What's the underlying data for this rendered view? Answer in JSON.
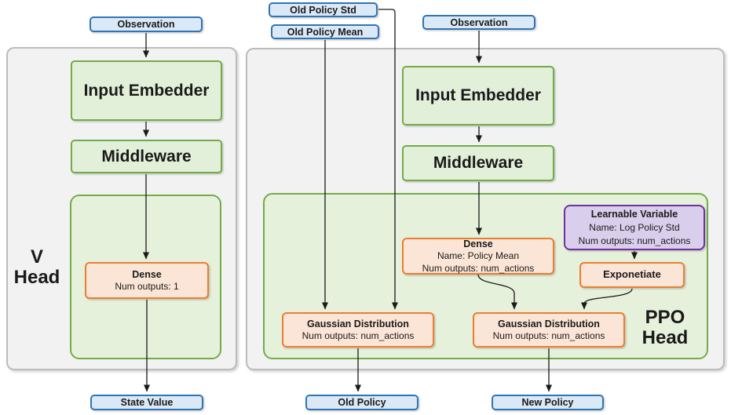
{
  "diagram": {
    "v_head": {
      "title_line1": "V",
      "title_line2": "Head",
      "observation": "Observation",
      "input_embedder": "Input Embedder",
      "middleware": "Middleware",
      "dense": {
        "title": "Dense",
        "line1": "Num outputs: 1"
      },
      "state_value": "State Value"
    },
    "ppo_head": {
      "title_line1": "PPO",
      "title_line2": "Head",
      "old_policy_std": "Old Policy Std",
      "old_policy_mean": "Old Policy Mean",
      "observation": "Observation",
      "input_embedder": "Input Embedder",
      "middleware": "Middleware",
      "dense": {
        "title": "Dense",
        "line1": "Name: Policy Mean",
        "line2": "Num outputs: num_actions"
      },
      "learnable_variable": {
        "title": "Learnable Variable",
        "line1": "Name: Log Policy Std",
        "line2": "Num outputs: num_actions"
      },
      "exponetiate": "Exponetiate",
      "gaussian_old": {
        "title": "Gaussian Distribution",
        "line1": "Num outputs: num_actions"
      },
      "gaussian_new": {
        "title": "Gaussian Distribution",
        "line1": "Num outputs: num_actions"
      },
      "old_policy": "Old Policy",
      "new_policy": "New Policy"
    },
    "colors": {
      "io_fill": "#dbe8f6",
      "io_stroke": "#2e75b6",
      "layer_fill": "#e2efd9",
      "layer_stroke": "#70ad47",
      "op_fill": "#fbe5d6",
      "op_stroke": "#ed7d31",
      "variable_fill": "#d9cfec",
      "variable_stroke": "#7030a0",
      "panel_fill": "#f2f2f2",
      "panel_stroke": "#bcbcbc",
      "wire": "#1a1a1a"
    }
  }
}
